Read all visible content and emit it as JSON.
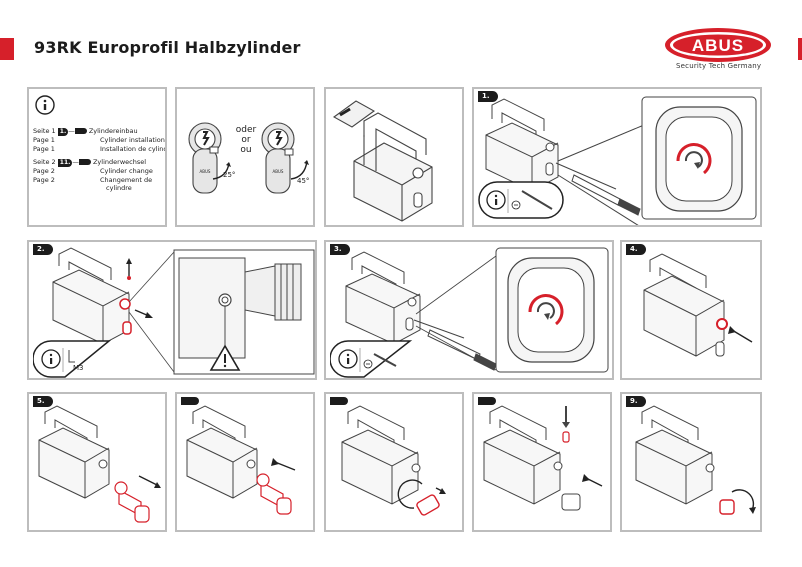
{
  "header": {
    "title": "93RK Europrofil Halbzylinder",
    "brand": "ABUS",
    "tagline": "Security Tech Germany"
  },
  "info": {
    "rows": [
      {
        "page": "Seite 1",
        "text": "Zylindereinbau"
      },
      {
        "page": "Page 1",
        "text": "Cylinder installation"
      },
      {
        "page": "Page 1",
        "text": "Installation de cylindre"
      },
      {
        "page": "Seite 2",
        "text": "Zylinderwechsel"
      },
      {
        "page": "Page 2",
        "text": "Cylinder change"
      },
      {
        "page": "Page 2",
        "text": "Changement de"
      },
      {
        "page": "",
        "text": "cylindre"
      }
    ],
    "badge1": "1.",
    "badge2": "11."
  },
  "rotation": {
    "oder": "oder",
    "or": "or",
    "ou": "ou",
    "angle1": "25°",
    "angle2": "45°",
    "brand_small": "ABUS"
  },
  "steps": {
    "s1": "1.",
    "s2": "2.",
    "s3": "3.",
    "s4": "4.",
    "s5": "5.",
    "s9": "9."
  },
  "tool_label": "M3",
  "colors": {
    "accent": "#d6202a",
    "line": "#555555",
    "border": "#bdbdbd"
  }
}
